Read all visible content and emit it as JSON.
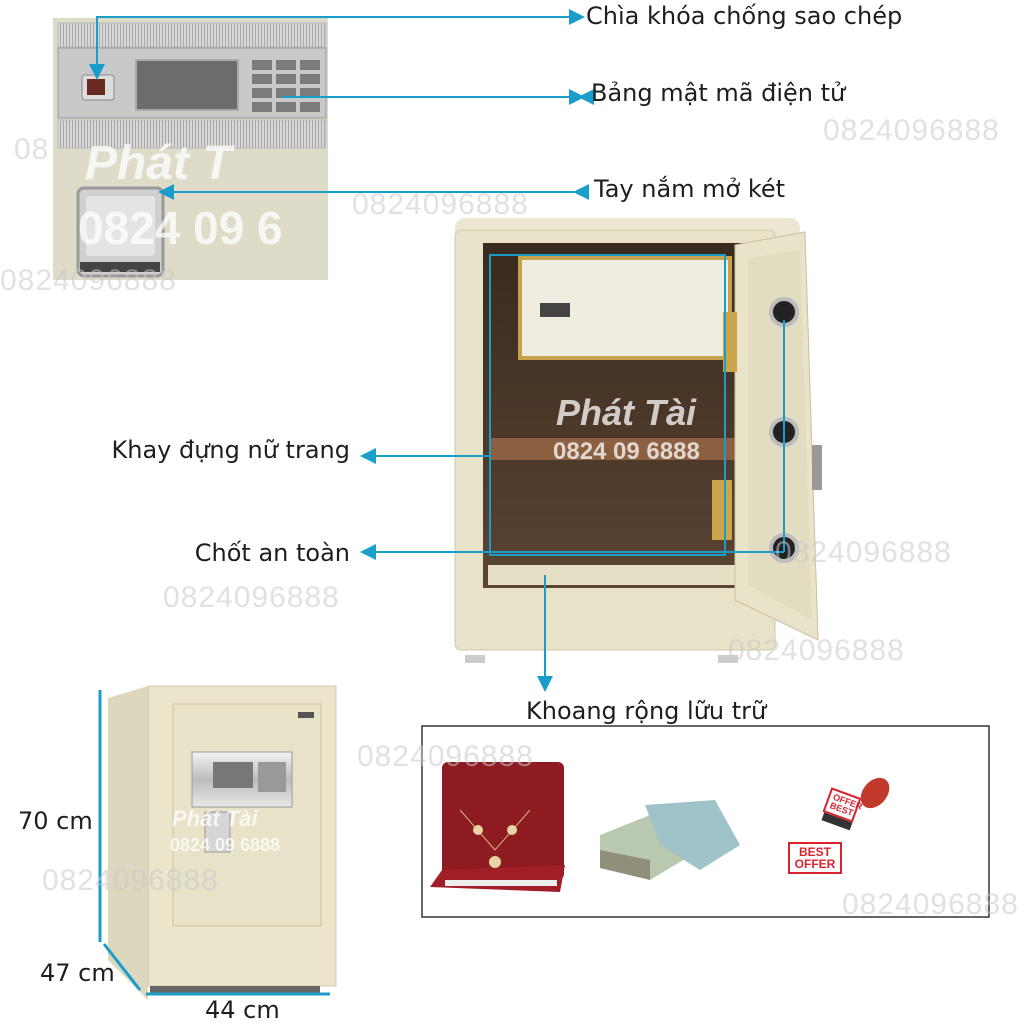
{
  "labels": {
    "anti_copy_key": "Chìa khóa chống sao chép",
    "keypad": "Bảng mật mã điện tử",
    "handle": "Tay nắm mở két",
    "jewelry_tray": "Khay đựng nữ trang",
    "safety_bolt": "Chốt an toàn",
    "storage": "Khoang rộng lữu trữ"
  },
  "dimensions": {
    "height": "70 cm",
    "depth": "47 cm",
    "width": "44 cm"
  },
  "watermarks": {
    "phone": "0824096888",
    "phone_spaced": "0824 09 6888",
    "phone_partial": "0824 09 6",
    "brand": "Phát Tài",
    "brand_partial": "Phát T",
    "phone_prefix": "08"
  },
  "storage_items": {
    "stamp_label": "BEST OFFER",
    "stamp_face": "OFFER BEST"
  },
  "colors": {
    "accent_line": "#1b9dcc",
    "safe_body": "#e8e2c8",
    "velvet": "#8e1a22"
  }
}
